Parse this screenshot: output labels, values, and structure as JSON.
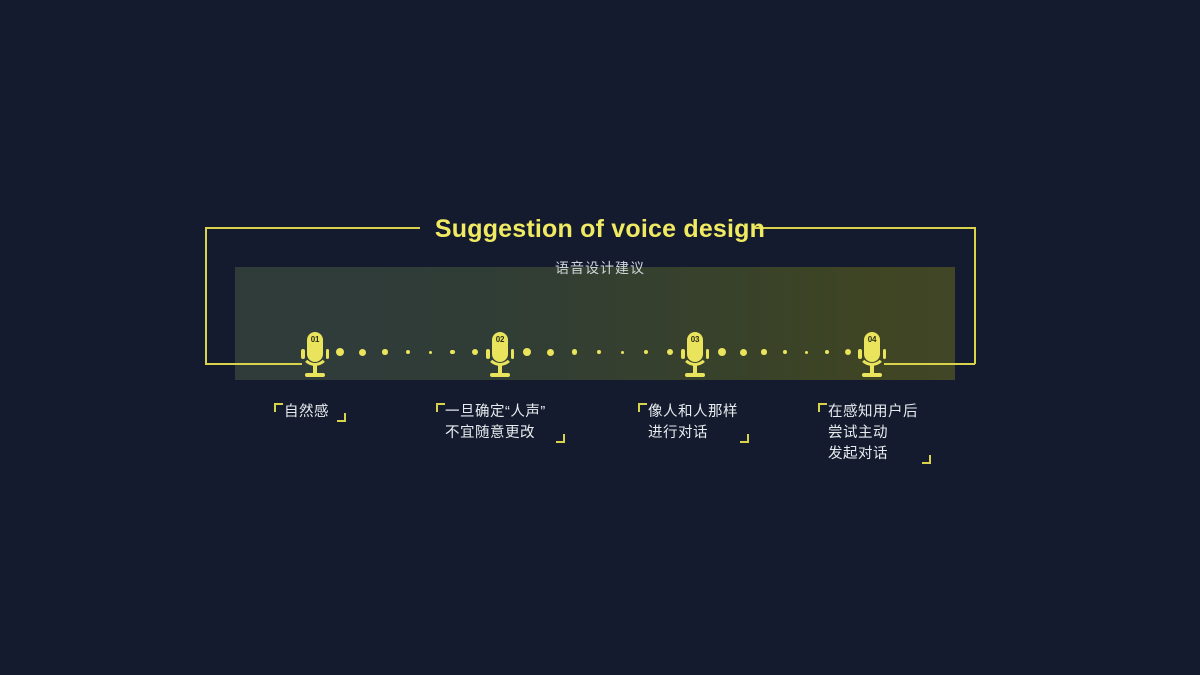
{
  "slide": {
    "background_color": "#141b2e",
    "accent_color": "#eae45c",
    "frame_color": "#d8d34a",
    "title_en": "Suggestion of voice design",
    "title_cn": "语音设计建议"
  },
  "band": {
    "gradient_start": "#2f3c3a",
    "gradient_end": "#414726"
  },
  "steps": [
    {
      "number": "01",
      "caption": "自然感",
      "bracket_open": "「",
      "bracket_close": "」"
    },
    {
      "number": "02",
      "caption": "一旦确定“人声”\n不宜随意更改",
      "bracket_open": "「",
      "bracket_close": "」"
    },
    {
      "number": "03",
      "caption": "像人和人那样\n进行对话",
      "bracket_open": "「",
      "bracket_close": "」"
    },
    {
      "number": "04",
      "caption": "在感知用户后\n尝试主动\n发起对话",
      "bracket_open": "「",
      "bracket_close": "」"
    }
  ],
  "connectors": [
    {
      "between": "01-02",
      "dot_sizes": [
        8,
        7,
        5.5,
        4,
        3,
        4.5,
        6.5
      ]
    },
    {
      "between": "02-03",
      "dot_sizes": [
        8,
        7,
        5.5,
        4,
        3,
        4.5,
        6.5
      ]
    },
    {
      "between": "03-04",
      "dot_sizes": [
        8,
        7,
        5.5,
        4,
        3,
        4.5,
        6.5
      ]
    }
  ]
}
